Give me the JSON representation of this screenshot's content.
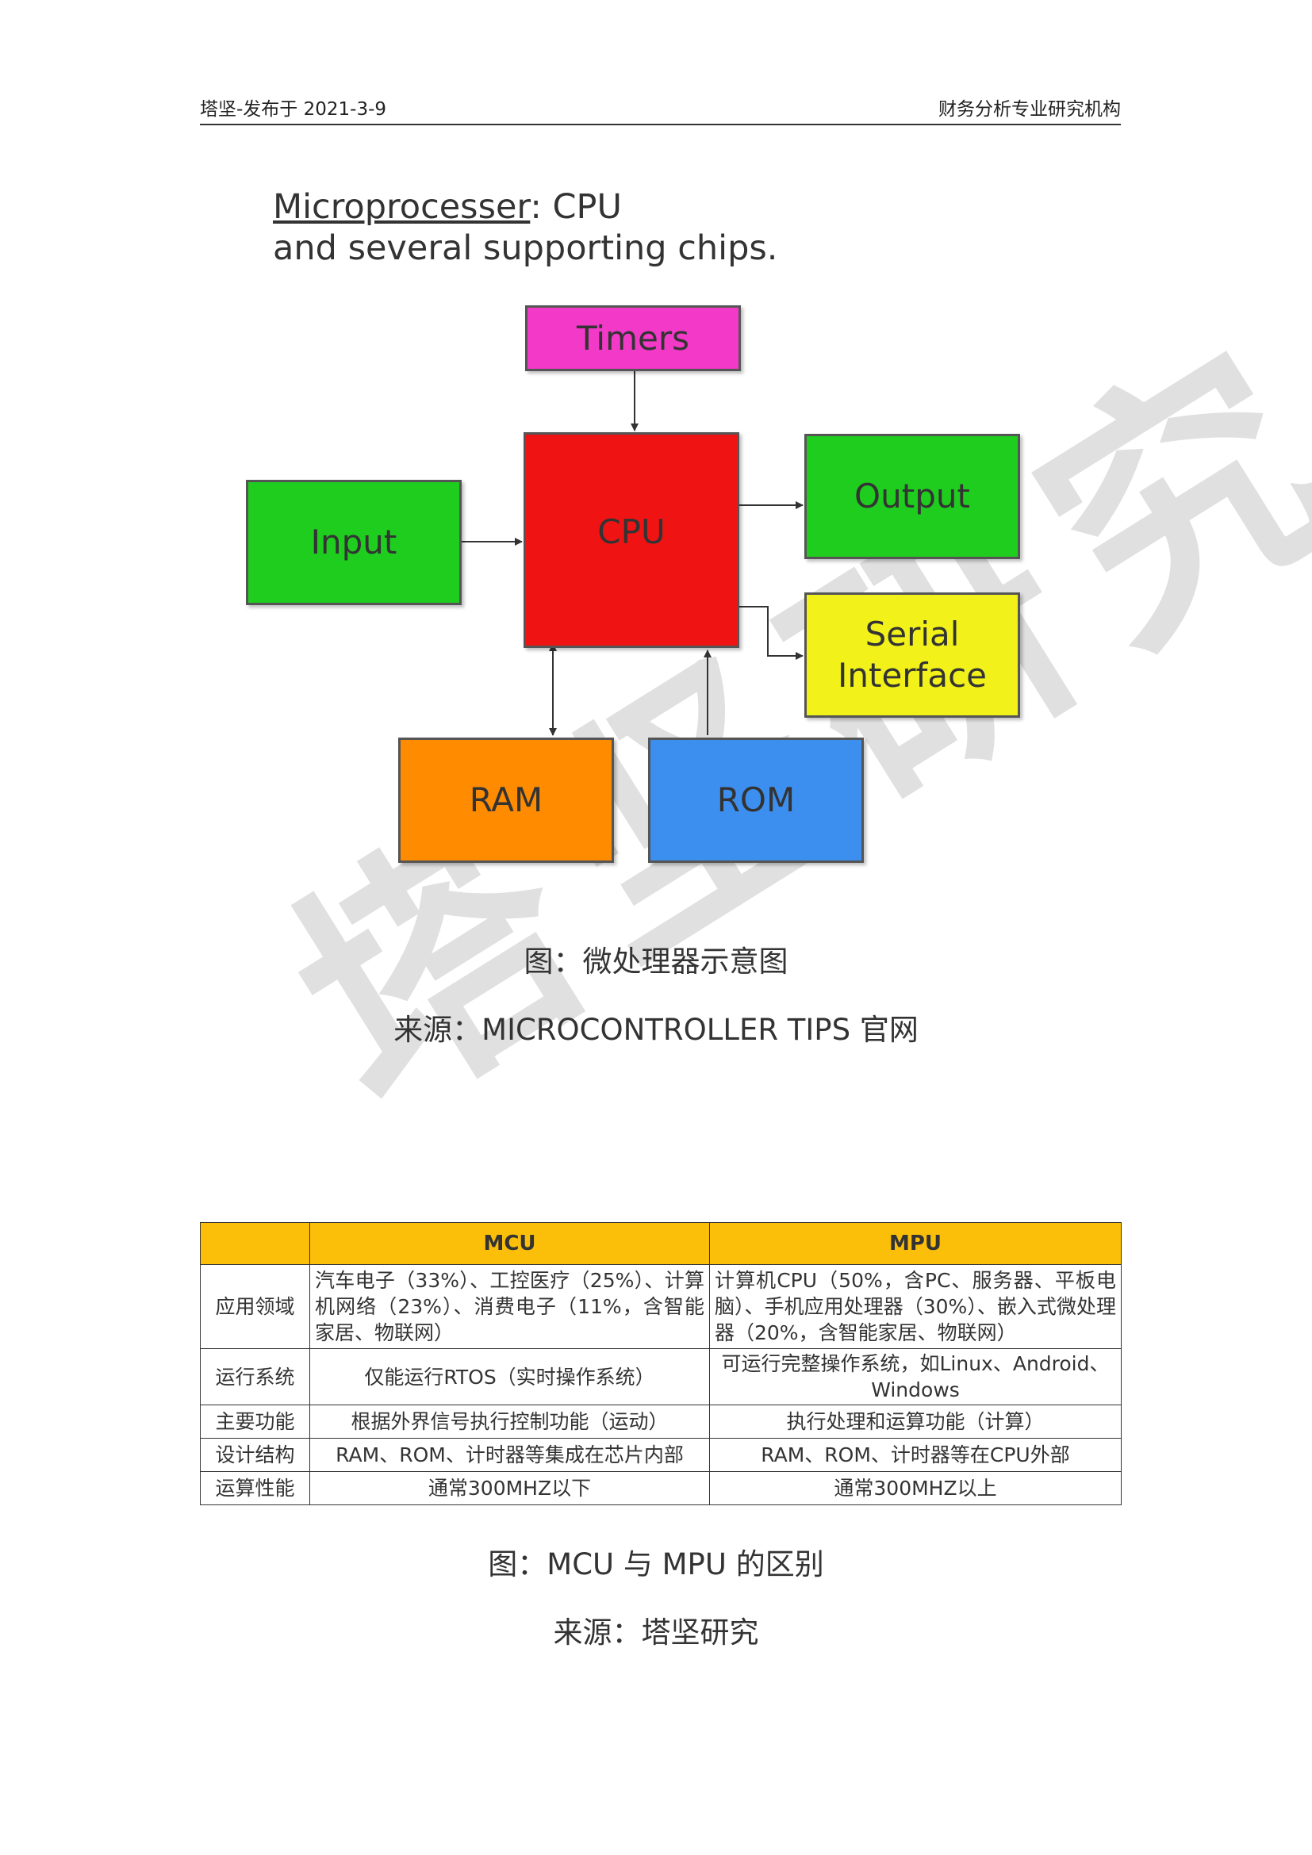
{
  "header": {
    "left": "塔坚-发布于 2021-3-9",
    "right": "财务分析专业研究机构"
  },
  "watermark": "塔坚研究",
  "diagram": {
    "title_word": "Microprocesser",
    "title_rest": ": CPU",
    "title_line2": "and several supporting chips.",
    "boxes": {
      "timers": "Timers",
      "cpu": "CPU",
      "input": "Input",
      "output": "Output",
      "serial_line1": "Serial",
      "serial_line2": "Interface",
      "ram": "RAM",
      "rom": "ROM"
    },
    "colors": {
      "timers": "#f339c8",
      "cpu": "#f01313",
      "input": "#1fcd1f",
      "output": "#1fcd1f",
      "serial": "#f2f21a",
      "ram": "#ff8c00",
      "rom": "#3d8fef"
    }
  },
  "caption1": {
    "title": "图：微处理器示意图",
    "source": "来源：MICROCONTROLLER TIPS 官网"
  },
  "table": {
    "header_color": "#fbbf0a",
    "columns": [
      "",
      "MCU",
      "MPU"
    ],
    "rows": [
      {
        "label": "应用领域",
        "mcu": "汽车电子（33%）、工控医疗（25%）、计算机网络（23%）、消费电子（11%，含智能家居、物联网）",
        "mpu": "计算机CPU（50%，含PC、服务器、平板电脑）、手机应用处理器（30%）、嵌入式微处理器（20%，含智能家居、物联网）"
      },
      {
        "label": "运行系统",
        "mcu": "仅能运行RTOS（实时操作系统）",
        "mpu": "可运行完整操作系统，如Linux、Android、Windows"
      },
      {
        "label": "主要功能",
        "mcu": "根据外界信号执行控制功能（运动）",
        "mpu": "执行处理和运算功能（计算）"
      },
      {
        "label": "设计结构",
        "mcu": "RAM、ROM、计时器等集成在芯片内部",
        "mpu": "RAM、ROM、计时器等在CPU外部"
      },
      {
        "label": "运算性能",
        "mcu": "通常300MHZ以下",
        "mpu": "通常300MHZ以上"
      }
    ]
  },
  "caption2": {
    "title": "图：MCU 与 MPU 的区别",
    "source": "来源：塔坚研究"
  }
}
